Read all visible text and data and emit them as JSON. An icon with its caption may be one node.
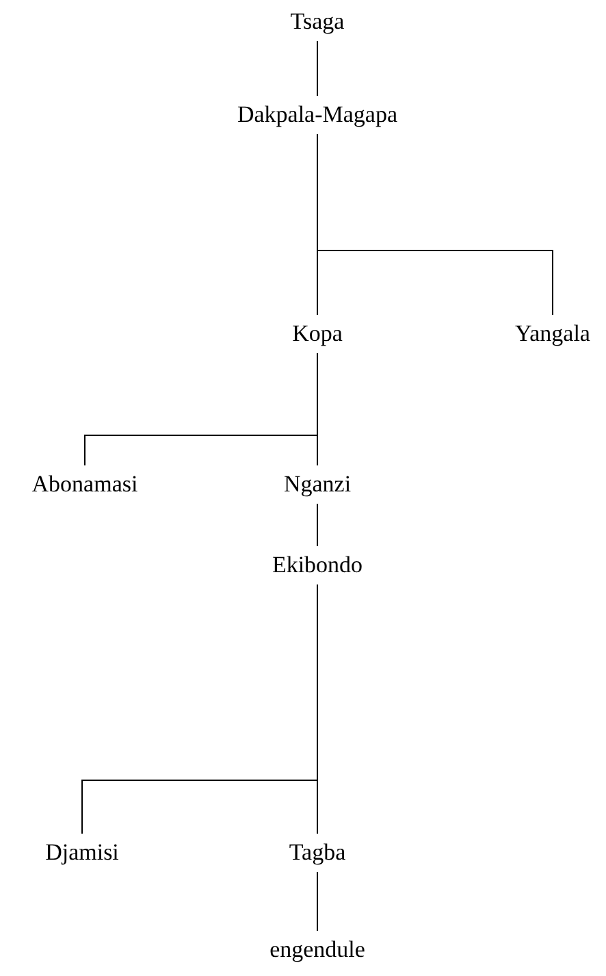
{
  "diagram": {
    "nodes": [
      {
        "text": [
          "Tsaga"
        ]
      },
      {
        "text": [
          "Dakpala-Magapa"
        ]
      },
      {
        "text": [
          "Kopa"
        ]
      },
      {
        "text": [
          "Yangala"
        ]
      },
      {
        "text": [
          "Abonamasi"
        ]
      },
      {
        "text": [
          "Nganzi"
        ]
      },
      {
        "text": [
          "Ekibondo"
        ]
      },
      {
        "text": [
          "Djamisi"
        ]
      },
      {
        "text": [
          "Tagba"
        ]
      },
      {
        "text": [
          "engendule"
        ]
      }
    ],
    "edges": [
      {
        "from": 0,
        "to": 1,
        "arrow": "none"
      },
      {
        "from": 1,
        "to": 2,
        "arrow": "none"
      },
      {
        "from": 1,
        "to": 3,
        "arrow": "none"
      },
      {
        "from": 2,
        "to": 4,
        "arrow": "none"
      },
      {
        "from": 2,
        "to": 5,
        "arrow": "none"
      },
      {
        "from": 5,
        "to": 6,
        "arrow": "none"
      },
      {
        "from": 6,
        "to": 7,
        "arrow": "none"
      },
      {
        "from": 6,
        "to": 8,
        "arrow": "none"
      },
      {
        "from": 8,
        "to": 9,
        "arrow": "none"
      }
    ]
  }
}
